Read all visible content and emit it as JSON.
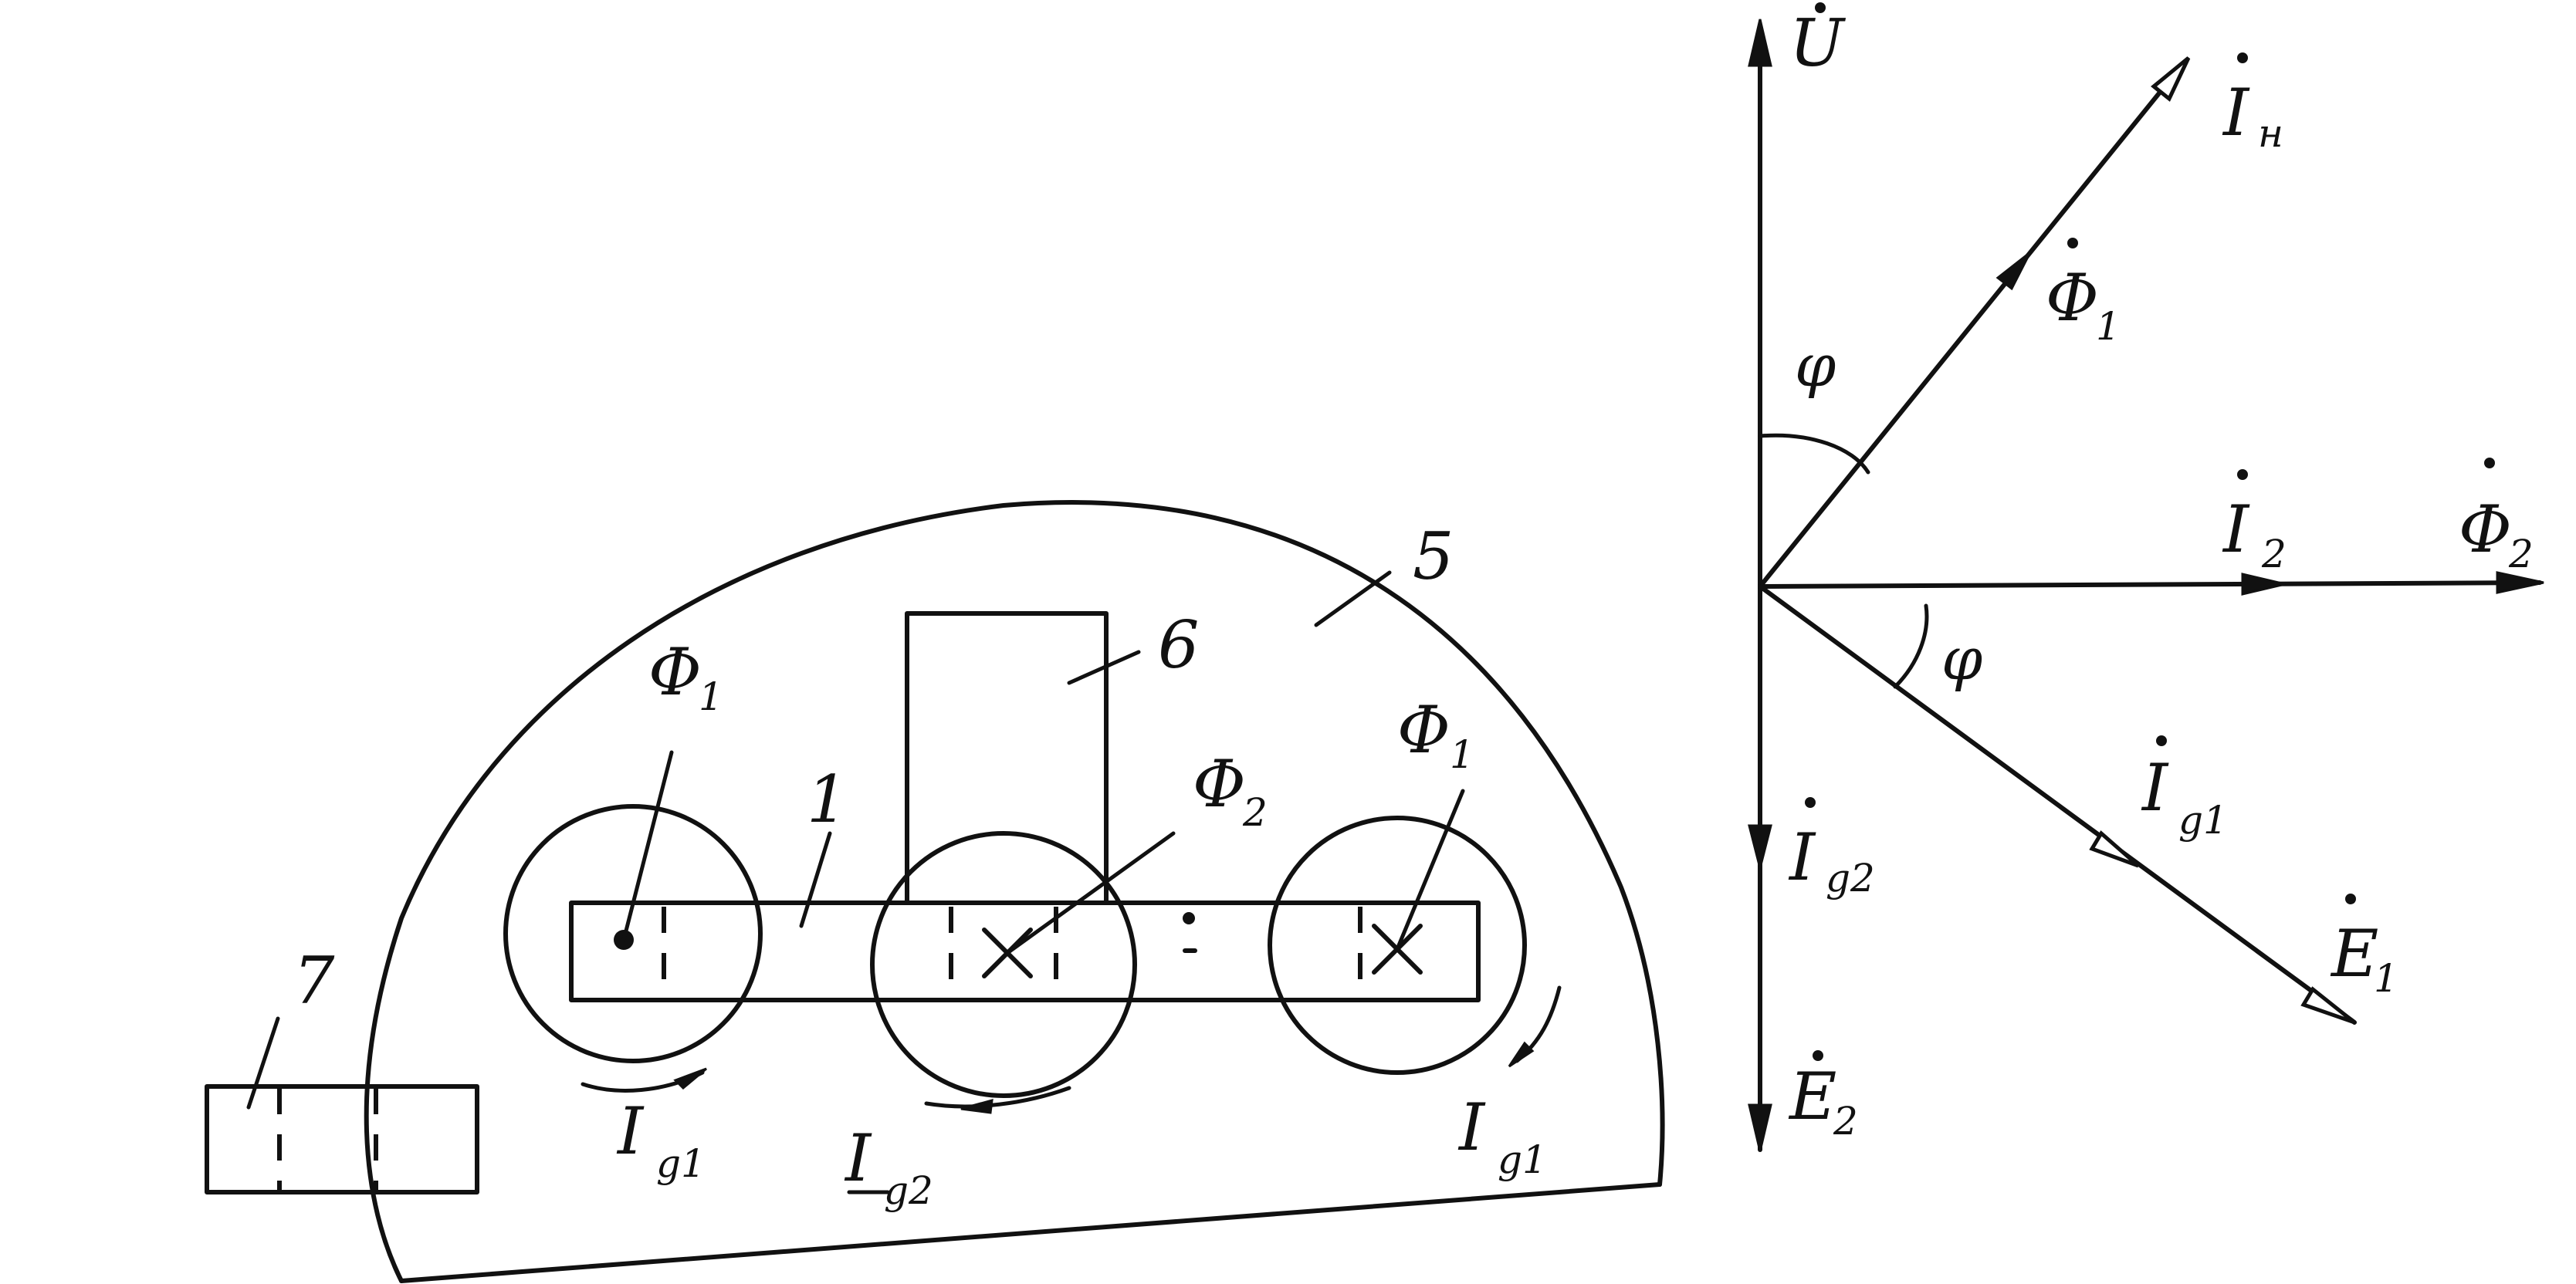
{
  "device_labels": {
    "part_1": "1",
    "part_5": "5",
    "part_6": "6",
    "part_7": "7"
  },
  "device_flux_labels": {
    "left_coil_flux": "Φ",
    "left_coil_flux_sub": "1",
    "center_coil_flux": "Φ",
    "center_coil_flux_sub": "2",
    "right_coil_flux": "Φ",
    "right_coil_flux_sub": "1"
  },
  "device_current_labels": {
    "left": "I",
    "left_sub": "g1",
    "center": "I",
    "center_sub": "g2",
    "right": "I",
    "right_sub": "g1"
  },
  "phasor_labels": {
    "U": "U",
    "I_n": "I",
    "I_n_sub": "н",
    "Phi_1": "Φ",
    "Phi_1_sub": "1",
    "phi_upper": "φ",
    "I_2": "I",
    "I_2_sub": "2",
    "Phi_2": "Φ",
    "Phi_2_sub": "2",
    "phi_lower": "φ",
    "I_g1": "I",
    "I_g1_sub": "g1",
    "E_1": "E",
    "E_1_sub": "1",
    "I_g2": "I",
    "I_g2_sub": "g2",
    "E_2": "E",
    "E_2_sub": "2"
  }
}
